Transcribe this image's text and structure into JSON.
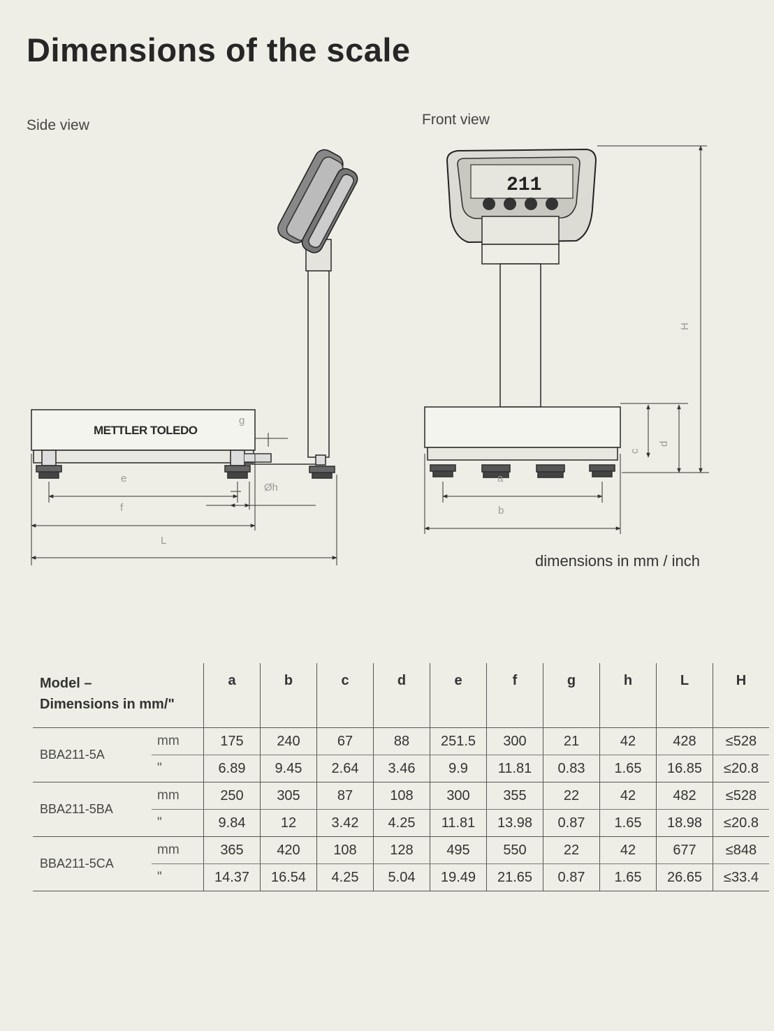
{
  "title": "Dimensions of the scale",
  "side_view_label": "Side view",
  "front_view_label": "Front view",
  "units_note": "dimensions in mm / inch",
  "drawing": {
    "brand": "METTLER TOLEDO",
    "display_reading": "211",
    "side_labels": {
      "e": "e",
      "f": "f",
      "L": "L",
      "g": "g",
      "h": "Øh"
    },
    "front_labels": {
      "a": "a",
      "b": "b",
      "c": "c",
      "d": "d",
      "H": "H"
    }
  },
  "table": {
    "header_model_line1": "Model –",
    "header_model_line2": "Dimensions in mm/\"",
    "columns": [
      "a",
      "b",
      "c",
      "d",
      "e",
      "f",
      "g",
      "h",
      "L",
      "H"
    ],
    "models": [
      {
        "name": "BBA211-5A",
        "mm_unit": "mm",
        "in_unit": "\"",
        "mm": [
          "175",
          "240",
          "67",
          "88",
          "251.5",
          "300",
          "21",
          "42",
          "428",
          "≤528"
        ],
        "in": [
          "6.89",
          "9.45",
          "2.64",
          "3.46",
          "9.9",
          "11.81",
          "0.83",
          "1.65",
          "16.85",
          "≤20.8"
        ]
      },
      {
        "name": "BBA211-5BA",
        "mm_unit": "mm",
        "in_unit": "\"",
        "mm": [
          "250",
          "305",
          "87",
          "108",
          "300",
          "355",
          "22",
          "42",
          "482",
          "≤528"
        ],
        "in": [
          "9.84",
          "12",
          "3.42",
          "4.25",
          "11.81",
          "13.98",
          "0.87",
          "1.65",
          "18.98",
          "≤20.8"
        ]
      },
      {
        "name": "BBA211-5CA",
        "mm_unit": "mm",
        "in_unit": "\"",
        "mm": [
          "365",
          "420",
          "108",
          "128",
          "495",
          "550",
          "22",
          "42",
          "677",
          "≤848"
        ],
        "in": [
          "14.37",
          "16.54",
          "4.25",
          "5.04",
          "19.49",
          "21.65",
          "0.87",
          "1.65",
          "26.65",
          "≤33.4"
        ]
      }
    ]
  }
}
